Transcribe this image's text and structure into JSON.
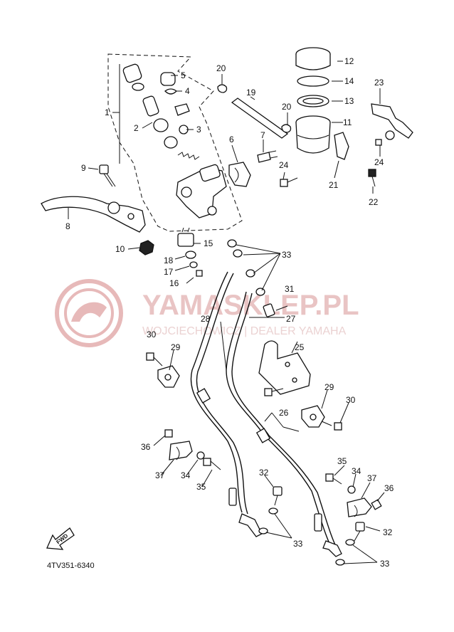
{
  "watermark": {
    "title": "YAMASKLEP.PL",
    "subtitle": "WOJCIECHOWICZ | DEALER YAMAHA"
  },
  "diagram_code": "4TV351-6340",
  "fwd_label": "FWD",
  "callouts": {
    "c1": "1",
    "c2": "2",
    "c3": "3",
    "c4": "4",
    "c5": "5",
    "c6": "6",
    "c7": "7",
    "c8": "8",
    "c9": "9",
    "c10": "10",
    "c11": "11",
    "c12": "12",
    "c13": "13",
    "c14": "14",
    "c15": "15",
    "c16": "16",
    "c17": "17",
    "c18": "18",
    "c19": "19",
    "c20a": "20",
    "c20b": "20",
    "c21": "21",
    "c22": "22",
    "c23": "23",
    "c24a": "24",
    "c24b": "24",
    "c25": "25",
    "c26": "26",
    "c27": "27",
    "c28": "28",
    "c29a": "29",
    "c29b": "29",
    "c30a": "30",
    "c30b": "30",
    "c31": "31",
    "c32a": "32",
    "c32b": "32",
    "c33a": "33",
    "c33b": "33",
    "c33c": "33",
    "c34a": "34",
    "c34b": "34",
    "c35a": "35",
    "c35b": "35",
    "c36a": "36",
    "c36b": "36",
    "c37a": "37",
    "c37b": "37"
  }
}
